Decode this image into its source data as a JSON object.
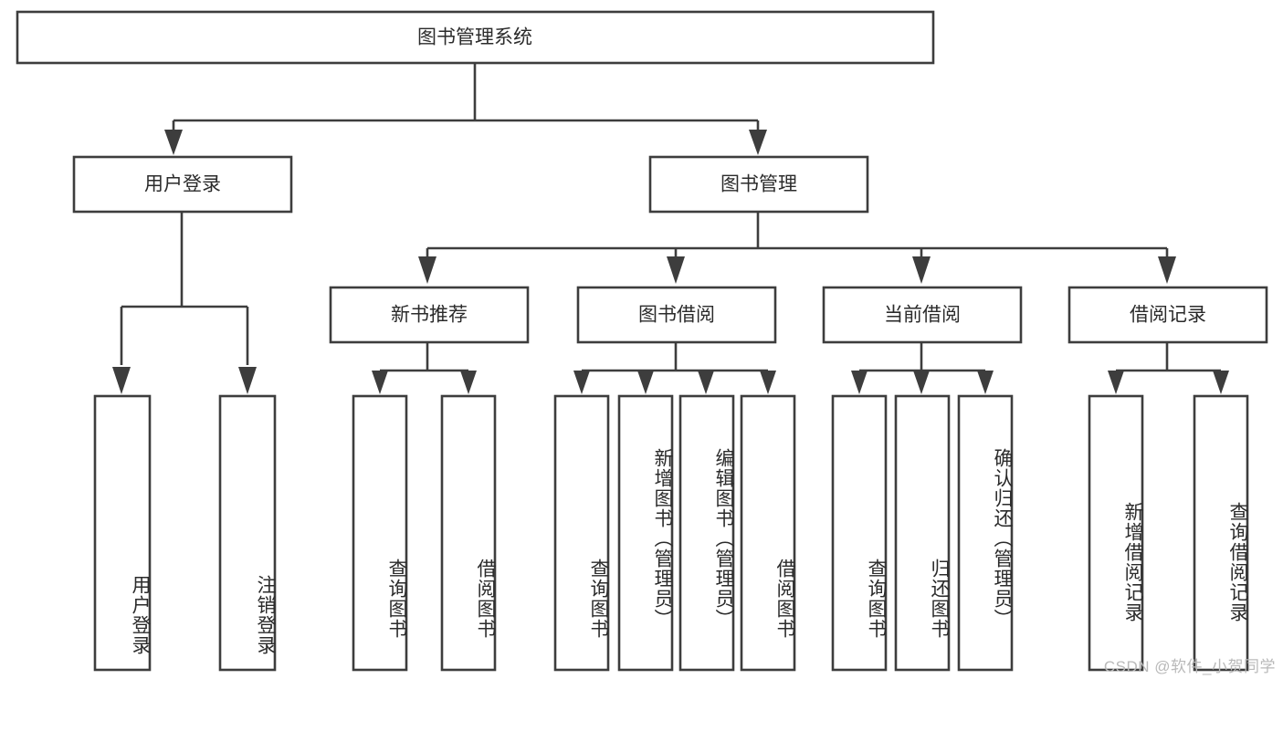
{
  "diagram": {
    "type": "tree-hierarchy",
    "title": "图书管理系统",
    "orientation": "top-down",
    "colors": {
      "background": "#ffffff",
      "node_fill": "#ffffff",
      "node_stroke": "#3d3d3d",
      "connector": "#3d3d3d",
      "label_text": "#2b2b2b",
      "watermark_text": "#b9b9b9"
    },
    "levels": {
      "level1_label": "图书管理系统",
      "level2_labels": [
        "用户登录",
        "图书管理"
      ],
      "level3_labels": [
        "新书推荐",
        "图书借阅",
        "当前借阅",
        "借阅记录"
      ]
    },
    "nodes": {
      "root": {
        "label": "图书管理系统",
        "orientation": "horizontal"
      },
      "user_login": {
        "label": "用户登录",
        "orientation": "horizontal"
      },
      "book_manage": {
        "label": "图书管理",
        "orientation": "horizontal"
      },
      "new_book_rec": {
        "label": "新书推荐",
        "orientation": "horizontal"
      },
      "book_borrow": {
        "label": "图书借阅",
        "orientation": "horizontal"
      },
      "current_borrow": {
        "label": "当前借阅",
        "orientation": "horizontal"
      },
      "borrow_record": {
        "label": "借阅记录",
        "orientation": "horizontal"
      },
      "leaf_user_login": {
        "label": "用户登录",
        "orientation": "vertical"
      },
      "leaf_logout": {
        "label": "注销登录",
        "orientation": "vertical"
      },
      "leaf_query_book_1": {
        "label": "查询图书",
        "orientation": "vertical"
      },
      "leaf_borrow_book_1": {
        "label": "借阅图书",
        "orientation": "vertical"
      },
      "leaf_query_book_2": {
        "label": "查询图书",
        "orientation": "vertical"
      },
      "leaf_add_book": {
        "label": "新增图书（管理员）",
        "orientation": "vertical"
      },
      "leaf_edit_book": {
        "label": "编辑图书（管理员）",
        "orientation": "vertical"
      },
      "leaf_borrow_book_2": {
        "label": "借阅图书",
        "orientation": "vertical"
      },
      "leaf_query_book_3": {
        "label": "查询图书",
        "orientation": "vertical"
      },
      "leaf_return_book": {
        "label": "归还图书",
        "orientation": "vertical"
      },
      "leaf_confirm_return": {
        "label": "确认归还（管理员）",
        "orientation": "vertical"
      },
      "leaf_add_record": {
        "label": "新增借阅记录",
        "orientation": "vertical"
      },
      "leaf_query_record": {
        "label": "查询借阅记录",
        "orientation": "vertical"
      }
    },
    "tree": [
      {
        "label": "图书管理系统",
        "children": [
          {
            "label": "用户登录",
            "children": [
              {
                "label": "用户登录"
              },
              {
                "label": "注销登录"
              }
            ]
          },
          {
            "label": "图书管理",
            "children": [
              {
                "label": "新书推荐",
                "children": [
                  {
                    "label": "查询图书"
                  },
                  {
                    "label": "借阅图书"
                  }
                ]
              },
              {
                "label": "图书借阅",
                "children": [
                  {
                    "label": "查询图书"
                  },
                  {
                    "label": "新增图书（管理员）"
                  },
                  {
                    "label": "编辑图书（管理员）"
                  },
                  {
                    "label": "借阅图书"
                  }
                ]
              },
              {
                "label": "当前借阅",
                "children": [
                  {
                    "label": "查询图书"
                  },
                  {
                    "label": "归还图书"
                  },
                  {
                    "label": "确认归还（管理员）"
                  }
                ]
              },
              {
                "label": "借阅记录",
                "children": [
                  {
                    "label": "新增借阅记录"
                  },
                  {
                    "label": "查询借阅记录"
                  }
                ]
              }
            ]
          }
        ]
      }
    ]
  },
  "watermark": {
    "text": "CSDN @软件_小贺同学"
  }
}
